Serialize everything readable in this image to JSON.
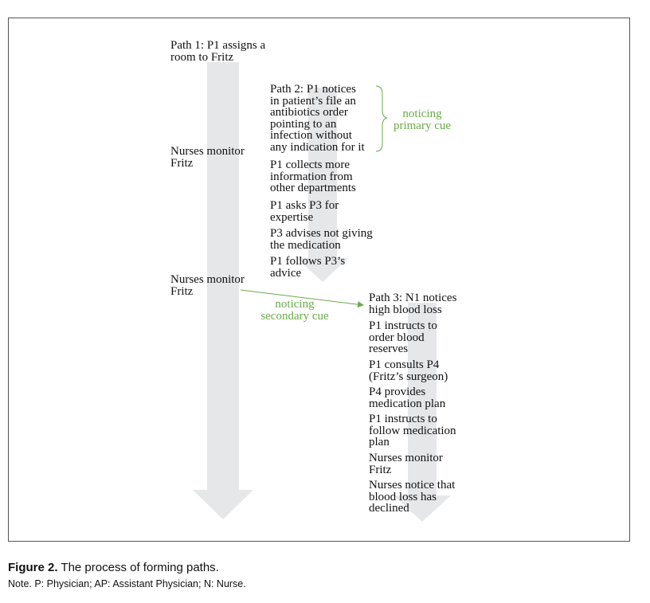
{
  "colors": {
    "arrow": "#e6e7e9",
    "cue": "#6aab4a",
    "text": "#111111",
    "frame": "#555555"
  },
  "path1": {
    "header": "Path 1: P1 assigns a\nroom to Fritz",
    "step_1": "Nurses monitor\nFritz",
    "step_2": "Nurses monitor\nFritz"
  },
  "path2": {
    "header": "Path 2: P1 notices\nin patient’s file an\nantibiotics order\npointing to an\ninfection without\nany indication for it",
    "steps": [
      "P1 collects more\ninformation from\nother departments",
      "P1 asks P3 for\nexpertise",
      "P3 advises not giving\nthe medication",
      "P1 follows P3’s\nadvice"
    ]
  },
  "path3": {
    "header": "Path 3: N1 notices\nhigh blood loss",
    "steps": [
      "P1 instructs to\norder blood\nreserves",
      "P1 consults P4\n(Fritz’s surgeon)",
      "P4 provides\nmedication plan",
      "P1 instructs to\nfollow medication\nplan",
      "Nurses monitor\nFritz",
      "Nurses notice that\nblood loss has\ndeclined"
    ]
  },
  "cues": {
    "primary": "noticing\nprimary cue",
    "secondary": "noticing\nsecondary cue"
  },
  "caption": {
    "label": "Figure 2.",
    "text": "The process of forming paths."
  },
  "note": "Note. P: Physician; AP: Assistant Physician; N: Nurse."
}
